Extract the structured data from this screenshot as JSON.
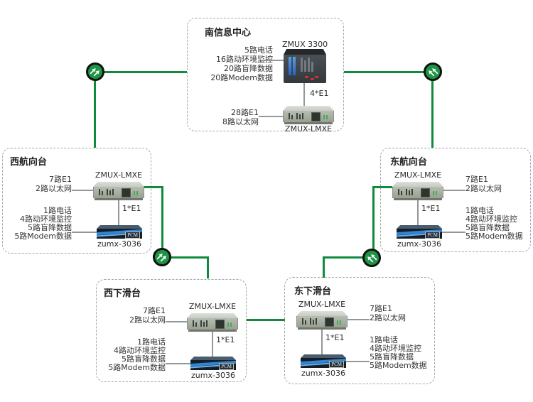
{
  "colors": {
    "fiber_line_green": "#108a3d",
    "link_icon_green": "#1d9547",
    "box_border_gray": "#a3a8a8",
    "pcm_stripe_blue": "#2f86d8"
  },
  "center": {
    "title": "南信息中心",
    "device_top": "ZMUX 3300",
    "device_bottom": "ZMUX-LMXE",
    "link": "4*E1",
    "features_top": [
      "5路电话",
      "16路动环境监控",
      "20路盲降数据",
      "20路Modem数据"
    ],
    "features_bottom": [
      "28路E1",
      "8路以太网"
    ]
  },
  "west_course": {
    "title": "西航向台",
    "device_top": "ZMUX-LMXE",
    "device_bottom": "zumx-3036",
    "badge": "PCM",
    "link": "1*E1",
    "features_top": [
      "7路E1",
      "2路以太网"
    ],
    "features_bottom": [
      "1路电话",
      "4路动环境监控",
      "5路盲降数据",
      "5路Modem数据"
    ]
  },
  "east_course": {
    "title": "东航向台",
    "device_top": "ZMUX-LMXE",
    "device_bottom": "zumx-3036",
    "badge": "PCM",
    "link": "1*E1",
    "features_top": [
      "7路E1",
      "2路以太网"
    ],
    "features_bottom": [
      "1路电话",
      "4路动环境监控",
      "5路盲降数据",
      "5路Modem数据"
    ]
  },
  "west_glide": {
    "title": "西下滑台",
    "device_top": "ZMUX-LMXE",
    "device_bottom": "zumx-3036",
    "badge": "PCM",
    "link": "1*E1",
    "features_top": [
      "7路E1",
      "2路以太网"
    ],
    "features_bottom": [
      "1路电话",
      "4路动环境监控",
      "5路盲降数据",
      "5路Modem数据"
    ]
  },
  "east_glide": {
    "title": "东下滑台",
    "device_top": "ZMUX-LMXE",
    "device_bottom": "zumx-3036",
    "badge": "PCM",
    "link": "1*E1",
    "features_top": [
      "7路E1",
      "2路以太网"
    ],
    "features_bottom": [
      "1路电话",
      "4路动环境监控",
      "5路盲降数据",
      "5路Modem数据"
    ]
  }
}
